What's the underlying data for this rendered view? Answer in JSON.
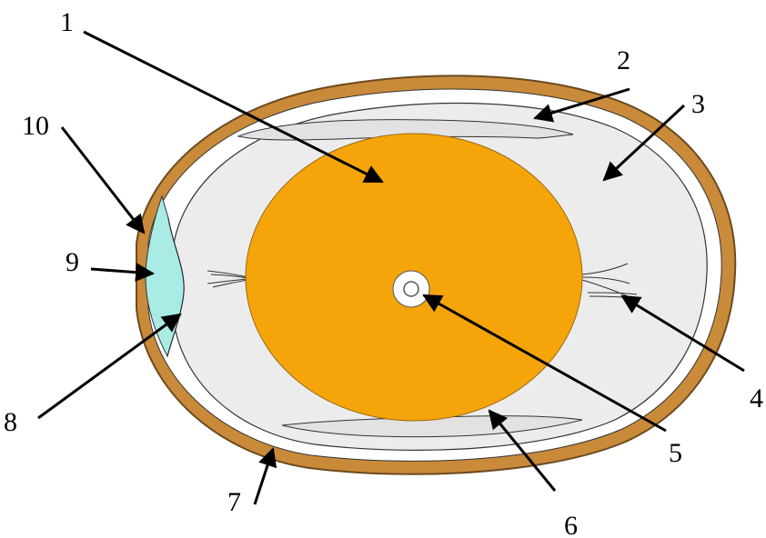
{
  "diagram": {
    "labels": [
      "1",
      "2",
      "3",
      "4",
      "5",
      "6",
      "7",
      "8",
      "9",
      "10"
    ]
  },
  "colors": {
    "shell": "#c98a3a",
    "shell_outline": "#6b4a1f",
    "albumen": "#ececec",
    "yolk": "#f5a50a",
    "air_cell": "#a9ece6",
    "line": "#000000"
  }
}
